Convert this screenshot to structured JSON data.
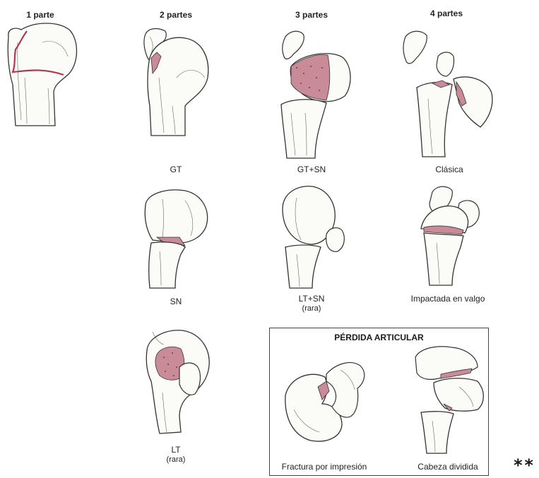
{
  "headers": {
    "col1": "1 parte",
    "col2": "2 partes",
    "col3": "3 partes",
    "col4": "4 partes"
  },
  "labels": {
    "gt": "GT",
    "gt_sn": "GT+SN",
    "clasica": "Clásica",
    "sn": "SN",
    "lt_sn": "LT+SN",
    "lt_sn_note": "(rara)",
    "impactada": "Impactada en valgo",
    "lt": "LT",
    "lt_note": "(rara)"
  },
  "articular_box": {
    "title": "PÉRDIDA ARTICULAR",
    "left_caption": "Fractura por impresión",
    "right_caption": "Cabeza dividida"
  },
  "footnote": "**",
  "colors": {
    "fracture_line": "#b0394f",
    "fracture_surface": "#c98b98",
    "outline": "#333333"
  }
}
